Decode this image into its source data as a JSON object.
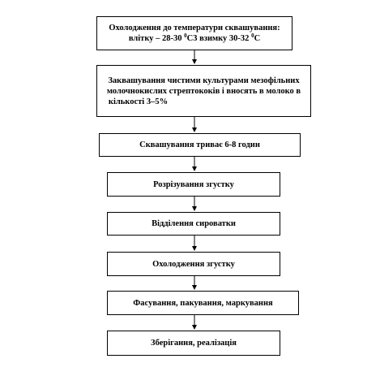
{
  "steps": [
    {
      "id": "cooling",
      "line1": "Охолодження до температури сквашування:",
      "line2_pre": "влітку – 28-30 ",
      "line2_sup1": "0",
      "line2_mid": "С3 взимку 30-32 ",
      "line2_sup2": "0",
      "line2_post": "С"
    },
    {
      "id": "starter",
      "line1": "Заквашування чистими культурами мезофільних",
      "line2": "молочнокислих стрептококів і вносять в молоко в",
      "line3": "кількості 3–5%"
    },
    {
      "id": "souring",
      "label": "Сквашування триває 6-8 годин"
    },
    {
      "id": "cutting",
      "label": "Розрізування згустку"
    },
    {
      "id": "whey",
      "label": "Відділення сироватки"
    },
    {
      "id": "clot-cooling",
      "label": "Охолодження згустку"
    },
    {
      "id": "packing",
      "label": "Фасування, пакування, маркування"
    },
    {
      "id": "storage",
      "label": "Зберігання, реалізація"
    }
  ],
  "colors": {
    "border": "#000000",
    "background": "#ffffff",
    "text": "#000000"
  }
}
